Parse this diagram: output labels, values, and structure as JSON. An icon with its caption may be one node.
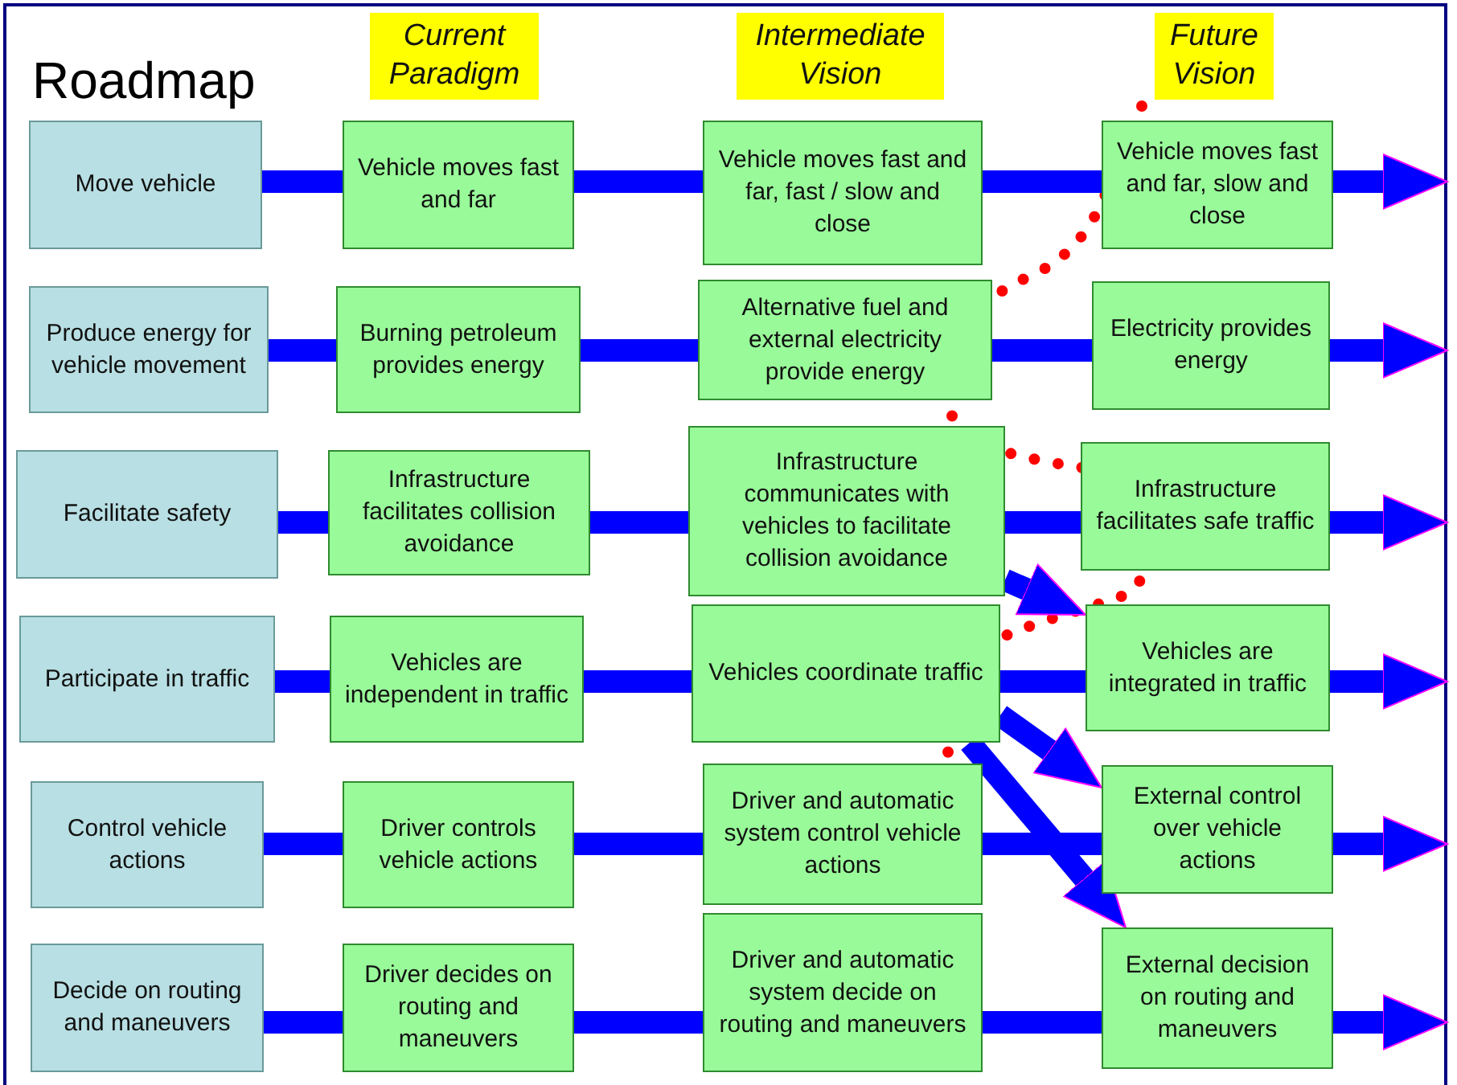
{
  "diagram": {
    "title": "Roadmap",
    "nodes": [
      {
        "text": [
          "Current Paradigm"
        ]
      },
      {
        "text": [
          "Intermediate Vision"
        ]
      },
      {
        "text": [
          "Future Vision"
        ]
      },
      {
        "text": [
          "Move vehicle"
        ]
      },
      {
        "text": [
          "Vehicle moves fast and far"
        ]
      },
      {
        "text": [
          "Vehicle moves fast and far, fast / slow and close"
        ]
      },
      {
        "text": [
          "Vehicle moves fast and far, slow and close"
        ]
      },
      {
        "text": [
          "Produce energy for vehicle movement"
        ]
      },
      {
        "text": [
          "Burning petroleum provides energy"
        ]
      },
      {
        "text": [
          "Alternative fuel and external electricity provide energy"
        ]
      },
      {
        "text": [
          "Electricity provides energy"
        ]
      },
      {
        "text": [
          "Facilitate safety"
        ]
      },
      {
        "text": [
          "Infrastructure facilitates collision avoidance"
        ]
      },
      {
        "text": [
          "Infrastructure communicates with vehicles to facilitate collision avoidance"
        ]
      },
      {
        "text": [
          "Infrastructure facilitates safe traffic"
        ]
      },
      {
        "text": [
          "Participate in traffic"
        ]
      },
      {
        "text": [
          "Vehicles are independent in traffic"
        ]
      },
      {
        "text": [
          "Vehicles coordinate traffic"
        ]
      },
      {
        "text": [
          "Vehicles are integrated in traffic"
        ]
      },
      {
        "text": [
          "Control vehicle actions"
        ]
      },
      {
        "text": [
          "Driver controls vehicle actions"
        ]
      },
      {
        "text": [
          "Driver and automatic system control vehicle actions"
        ]
      },
      {
        "text": [
          "External control over vehicle actions"
        ]
      },
      {
        "text": [
          "Decide on routing and maneuvers"
        ]
      },
      {
        "text": [
          "Driver decides on routing and maneuvers"
        ]
      },
      {
        "text": [
          "Driver and automatic system decide on routing and maneuvers"
        ]
      },
      {
        "text": [
          "External decision on routing and maneuvers"
        ]
      }
    ],
    "edges": [
      {
        "from": 3,
        "to": 4,
        "arrow": "none"
      },
      {
        "from": 4,
        "to": 5,
        "arrow": "none"
      },
      {
        "from": 5,
        "to": 6,
        "arrow": "none"
      },
      {
        "from": 6,
        "to": null,
        "arrow": "to"
      },
      {
        "from": 7,
        "to": 8,
        "arrow": "none"
      },
      {
        "from": 8,
        "to": 9,
        "arrow": "none"
      },
      {
        "from": 9,
        "to": 10,
        "arrow": "none"
      },
      {
        "from": 10,
        "to": null,
        "arrow": "to"
      },
      {
        "from": 11,
        "to": 12,
        "arrow": "none"
      },
      {
        "from": 12,
        "to": 13,
        "arrow": "none"
      },
      {
        "from": 13,
        "to": 14,
        "arrow": "none"
      },
      {
        "from": 14,
        "to": null,
        "arrow": "to"
      },
      {
        "from": 15,
        "to": 16,
        "arrow": "none"
      },
      {
        "from": 16,
        "to": 17,
        "arrow": "none"
      },
      {
        "from": 17,
        "to": 18,
        "arrow": "none"
      },
      {
        "from": 18,
        "to": null,
        "arrow": "to"
      },
      {
        "from": 19,
        "to": 20,
        "arrow": "none"
      },
      {
        "from": 20,
        "to": 21,
        "arrow": "none"
      },
      {
        "from": 21,
        "to": 22,
        "arrow": "none"
      },
      {
        "from": 22,
        "to": null,
        "arrow": "to"
      },
      {
        "from": 23,
        "to": 24,
        "arrow": "none"
      },
      {
        "from": 24,
        "to": 25,
        "arrow": "none"
      },
      {
        "from": 25,
        "to": 26,
        "arrow": "none"
      },
      {
        "from": 26,
        "to": null,
        "arrow": "to"
      },
      {
        "from": 13,
        "to": 18,
        "arrow": "to"
      },
      {
        "from": 17,
        "to": 22,
        "arrow": "to"
      },
      {
        "from": 17,
        "to": 26,
        "arrow": "to"
      }
    ]
  }
}
